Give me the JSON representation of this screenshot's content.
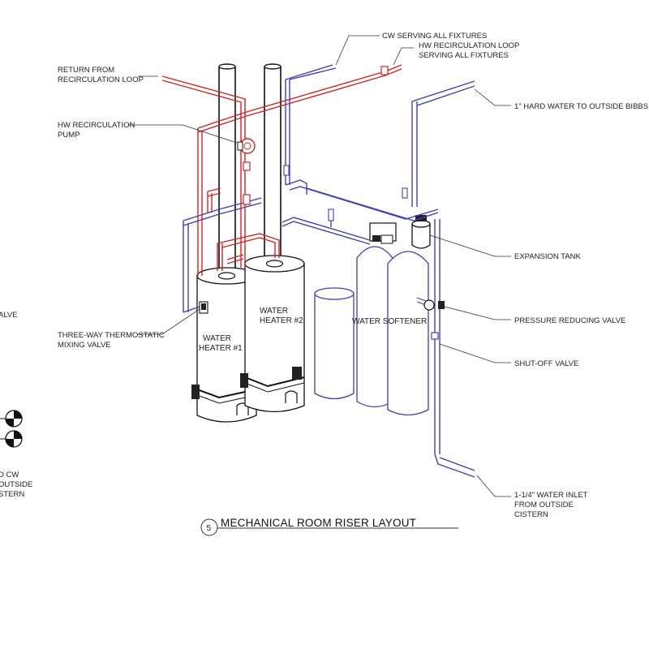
{
  "drawing": {
    "title": "MECHANICAL ROOM RISER LAYOUT",
    "detail_number": "5"
  },
  "labels": {
    "cw_serving": "CW SERVING ALL FIXTURES",
    "hw_recirc_loop_1": "HW RECIRCULATION LOOP",
    "hw_recirc_loop_2": "SERVING ALL FIXTURES",
    "return_recirc_1": "RETURN FROM",
    "return_recirc_2": "RECIRCULATION LOOP",
    "hw_pump_1": "HW RECIRCULATION",
    "hw_pump_2": "PUMP",
    "hard_water": "1\" HARD WATER TO OUTSIDE BIBBS",
    "expansion_tank": "EXPANSION TANK",
    "prv": "PRESSURE REDUCING VALVE",
    "shutoff": "SHUT-OFF VALVE",
    "mixing_valve_1": "THREE-WAY THERMOSTATIC",
    "mixing_valve_2": "MIXING VALVE",
    "inlet_1": "1-1/4\" WATER INLET",
    "inlet_2": "FROM OUTSIDE",
    "inlet_3": "CISTERN",
    "heater1_1": "WATER",
    "heater1_2": "HEATER #1",
    "heater2_1": "WATER",
    "heater2_2": "HEATER #2",
    "softener": "WATER SOFTENER"
  },
  "cropped_left": {
    "line1": "ALVE",
    "line2": "D CW",
    "line3": "OUTSIDE",
    "line4": "STERN"
  },
  "colors": {
    "cold_water": "#3f3fb8",
    "hot_water": "#d02424",
    "linework": "#111111"
  }
}
